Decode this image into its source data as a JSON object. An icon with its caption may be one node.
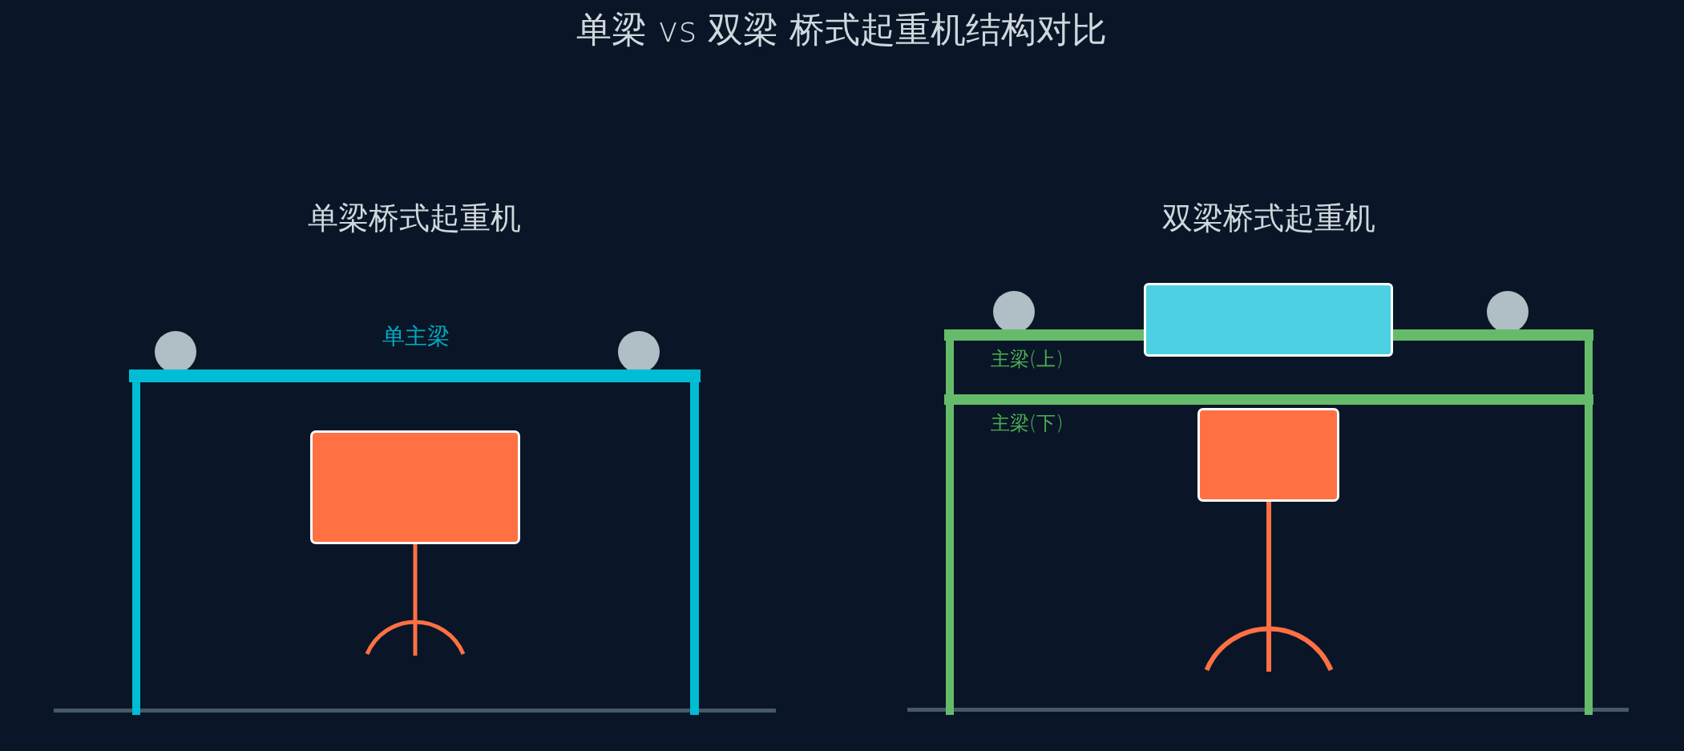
{
  "diagram": {
    "title": "单梁 vs 双梁 桥式起重机结构对比",
    "nodes": [
      {
        "text": [],
        "shape": "bar",
        "beside": [
          "单主梁"
        ]
      },
      {
        "text": [],
        "shape": "box"
      },
      {
        "text": [],
        "shape": "hook"
      },
      {
        "text": [],
        "shape": "box"
      },
      {
        "text": [],
        "shape": "bar",
        "beside": [
          "主梁(上)"
        ]
      },
      {
        "text": [],
        "shape": "bar"
      },
      {
        "text": [],
        "shape": "bar",
        "beside": [
          "主梁(下)"
        ]
      },
      {
        "text": [],
        "shape": "box"
      },
      {
        "text": [],
        "shape": "hook"
      }
    ],
    "edges": [
      {
        "from": 1,
        "to": 2,
        "arrow": "none"
      },
      {
        "from": 7,
        "to": 8,
        "arrow": "none"
      }
    ],
    "labels": [
      "单梁桥式起重机",
      "双梁桥式起重机"
    ]
  }
}
